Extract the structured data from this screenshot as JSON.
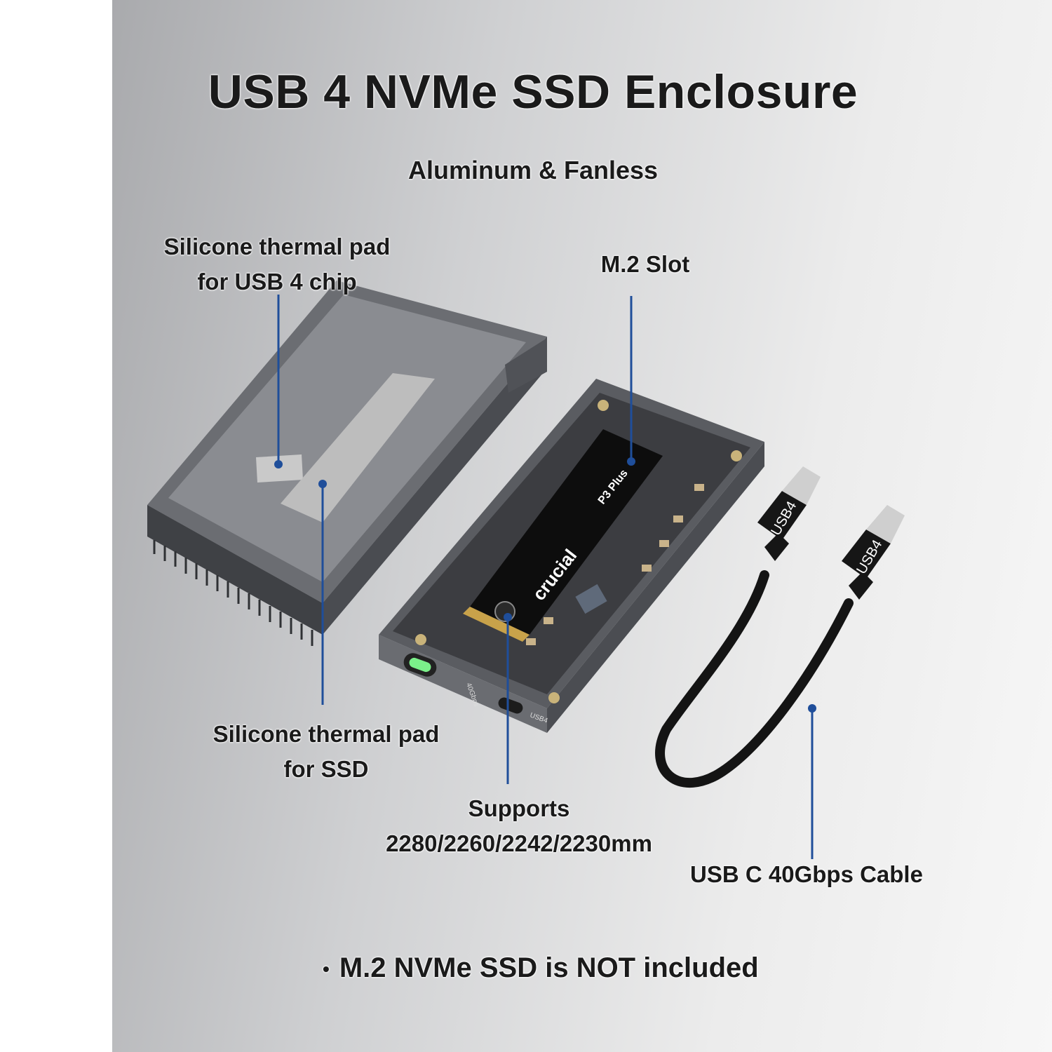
{
  "title": "USB 4 NVMe SSD Enclosure",
  "subtitle": "Aluminum & Fanless",
  "callouts": {
    "chip_pad": [
      "Silicone thermal pad",
      "for USB 4 chip"
    ],
    "m2_slot": "M.2 Slot",
    "ssd_pad": [
      "Silicone thermal pad",
      "for SSD"
    ],
    "sizes": [
      "Supports",
      "2280/2260/2242/2230mm"
    ],
    "cable": "USB C 40Gbps Cable"
  },
  "note": {
    "bullet": "•",
    "text": "M.2 NVMe SSD is NOT included"
  },
  "product_markings": {
    "ssd_brand": "crucial",
    "ssd_model": "P3 Plus",
    "port_speed": "40Gbps",
    "port_type": "USB4",
    "cable_plug_label": "USB4"
  },
  "colors": {
    "callout_line": "#1f4e9a",
    "enclosure": "#55575c",
    "pcb": "#3a3b3f",
    "ssd": "#111111",
    "cable": "#141414"
  }
}
